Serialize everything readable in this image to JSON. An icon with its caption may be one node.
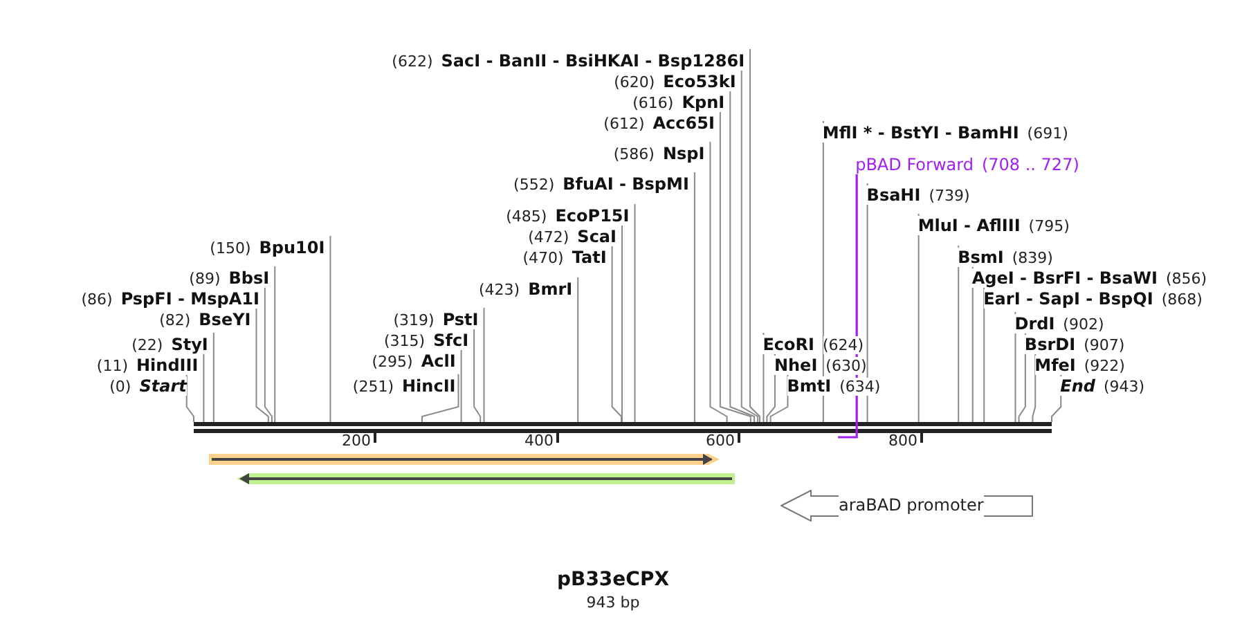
{
  "diagram": {
    "title": "pB33eCPX",
    "caption": "943 bp",
    "nodes": [
      {
        "text": [
          "(622)",
          "SacI - BanII - BsiHKAI - Bsp1286I"
        ]
      },
      {
        "text": [
          "(620)",
          "Eco53kI"
        ]
      },
      {
        "text": [
          "(616)",
          "KpnI"
        ]
      },
      {
        "text": [
          "(612)",
          "Acc65I"
        ]
      },
      {
        "text": [
          "(586)",
          "NspI"
        ]
      },
      {
        "text": [
          "(552)",
          "BfuAI - BspMI"
        ]
      },
      {
        "text": [
          "(485)",
          "EcoP15I"
        ]
      },
      {
        "text": [
          "(472)",
          "ScaI"
        ]
      },
      {
        "text": [
          "(470)",
          "TatI"
        ]
      },
      {
        "text": [
          "(423)",
          "BmrI"
        ]
      },
      {
        "text": [
          "(150)",
          "Bpu10I"
        ]
      },
      {
        "text": [
          "(89)",
          "BbsI"
        ]
      },
      {
        "text": [
          "(86)",
          "PspFI - MspA1I"
        ]
      },
      {
        "text": [
          "(82)",
          "BseYI"
        ]
      },
      {
        "text": [
          "(319)",
          "PstI"
        ]
      },
      {
        "text": [
          "(315)",
          "SfcI"
        ]
      },
      {
        "text": [
          "(295)",
          "AclI"
        ]
      },
      {
        "text": [
          "(22)",
          "StyI"
        ]
      },
      {
        "text": [
          "(11)",
          "HindIII"
        ]
      },
      {
        "text": [
          "(0)",
          "Start"
        ]
      },
      {
        "text": [
          "(251)",
          "HincII"
        ]
      },
      {
        "text": [
          "MflI * - BstYI - BamHI",
          "(691)"
        ]
      },
      {
        "text": [
          "pBAD Forward",
          "(708 .. 727)"
        ]
      },
      {
        "text": [
          "BsaHI",
          "(739)"
        ]
      },
      {
        "text": [
          "MluI - AflIII",
          "(795)"
        ]
      },
      {
        "text": [
          "BsmI",
          "(839)"
        ]
      },
      {
        "text": [
          "AgeI - BsrFI - BsaWI",
          "(856)"
        ]
      },
      {
        "text": [
          "EarI - SapI - BspQI",
          "(868)"
        ]
      },
      {
        "text": [
          "DrdI",
          "(902)"
        ]
      },
      {
        "text": [
          "BsrDI",
          "(907)"
        ]
      },
      {
        "text": [
          "MfeI",
          "(922)"
        ]
      },
      {
        "text": [
          "End",
          "(943)"
        ]
      },
      {
        "text": [
          "EcoRI",
          "(624)"
        ]
      },
      {
        "text": [
          "NheI",
          "(630)"
        ]
      },
      {
        "text": [
          "BmtI",
          "(634)"
        ]
      },
      {
        "text": [
          "araBAD promoter"
        ]
      }
    ],
    "edges": [
      {
        "from": 0,
        "to": null,
        "arrow": "none"
      },
      {
        "from": 1,
        "to": null,
        "arrow": "none"
      },
      {
        "from": 2,
        "to": null,
        "arrow": "none"
      },
      {
        "from": 3,
        "to": null,
        "arrow": "none"
      },
      {
        "from": 4,
        "to": null,
        "arrow": "none"
      },
      {
        "from": 5,
        "to": null,
        "arrow": "none"
      },
      {
        "from": 6,
        "to": null,
        "arrow": "none"
      },
      {
        "from": 7,
        "to": null,
        "arrow": "none"
      },
      {
        "from": 8,
        "to": null,
        "arrow": "none"
      },
      {
        "from": 9,
        "to": null,
        "arrow": "none"
      },
      {
        "from": 10,
        "to": null,
        "arrow": "none"
      },
      {
        "from": 11,
        "to": null,
        "arrow": "none"
      },
      {
        "from": 12,
        "to": null,
        "arrow": "none"
      },
      {
        "from": 13,
        "to": null,
        "arrow": "none"
      },
      {
        "from": 14,
        "to": null,
        "arrow": "none"
      },
      {
        "from": 15,
        "to": null,
        "arrow": "none"
      },
      {
        "from": 16,
        "to": null,
        "arrow": "none"
      },
      {
        "from": 17,
        "to": null,
        "arrow": "none"
      },
      {
        "from": 18,
        "to": null,
        "arrow": "none"
      },
      {
        "from": 19,
        "to": null,
        "arrow": "none"
      },
      {
        "from": 20,
        "to": null,
        "arrow": "none"
      },
      {
        "from": 21,
        "to": null,
        "arrow": "none"
      },
      {
        "from": 22,
        "to": null,
        "arrow": "none",
        "color": "#a020f0"
      },
      {
        "from": 23,
        "to": null,
        "arrow": "none"
      },
      {
        "from": 24,
        "to": null,
        "arrow": "none"
      },
      {
        "from": 25,
        "to": null,
        "arrow": "none"
      },
      {
        "from": 26,
        "to": null,
        "arrow": "none"
      },
      {
        "from": 27,
        "to": null,
        "arrow": "none"
      },
      {
        "from": 28,
        "to": null,
        "arrow": "none"
      },
      {
        "from": 29,
        "to": null,
        "arrow": "none"
      },
      {
        "from": 30,
        "to": null,
        "arrow": "none"
      },
      {
        "from": 31,
        "to": null,
        "arrow": "none"
      },
      {
        "from": 32,
        "to": null,
        "arrow": "none"
      },
      {
        "from": 33,
        "to": null,
        "arrow": "none"
      },
      {
        "from": 34,
        "to": null,
        "arrow": "none"
      }
    ],
    "labels": [
      "200",
      "400",
      "600",
      "800"
    ]
  }
}
